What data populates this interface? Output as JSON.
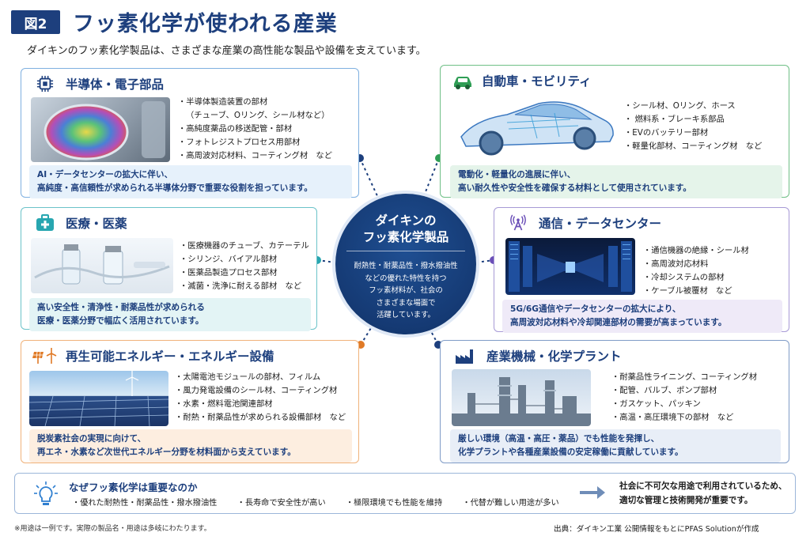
{
  "header": {
    "badge": "図2",
    "title": "フッ素化学が使われる産業",
    "subtitle": "ダイキンのフッ素化学製品は、さまざまな産業の高性能な製品や設備を支えています。"
  },
  "center": {
    "title_line1": "ダイキンの",
    "title_line2": "フッ素化学製品",
    "desc": [
      "耐熱性・耐薬品性・撥水撥油性",
      "などの優れた特性を持つ",
      "フッ素材料が、社会の",
      "さまざまな場面で",
      "活躍しています。"
    ]
  },
  "cards": {
    "semiconductor": {
      "title": "半導体・電子部品",
      "icon": "chip-icon",
      "items": [
        "半導体製造装置の部材",
        "（チューブ、Oリング、シール材など）",
        "高純度薬品の移送配管・部材",
        "フォトレジストプロセス用部材",
        "高周波対応材料、コーティング材　など"
      ],
      "note": [
        "AI・データセンターの拡大に伴い、",
        "高純度・高信頼性が求められる半導体分野で重要な役割を担っています。"
      ]
    },
    "automotive": {
      "title": "自動車・モビリティ",
      "icon": "car-icon",
      "items": [
        "シール材、Oリング、ホース",
        " 燃料系・ブレーキ系部品",
        "EVのバッテリー部材",
        "軽量化部材、コーティング材　など"
      ],
      "note": [
        "電動化・軽量化の進展に伴い、",
        "高い耐久性や安全性を確保する材料として使用されています。"
      ]
    },
    "medical": {
      "title": "医療・医薬",
      "icon": "medical-kit-icon",
      "items": [
        "医療機器のチューブ、カテーテル",
        "シリンジ、バイアル部材",
        "医薬品製造プロセス部材",
        "滅菌・洗浄に耐える部材　など"
      ],
      "note": [
        "高い安全性・清浄性・耐薬品性が求められる",
        "医療・医薬分野で幅広く活用されています。"
      ]
    },
    "telecom": {
      "title": "通信・データセンター",
      "icon": "antenna-icon",
      "items": [
        "通信機器の絶縁・シール材",
        "高周波対応材料",
        "冷却システムの部材",
        "ケーブル被覆材　など"
      ],
      "note": [
        "5G/6G通信やデータセンターの拡大により、",
        "高周波対応材料や冷却関連部材の需要が高まっています。"
      ]
    },
    "energy": {
      "title": "再生可能エネルギー・エネルギー設備",
      "icon": "solar-wind-icon",
      "items": [
        "太陽電池モジュールの部材、フィルム",
        "風力発電設備のシール材、コーティング材",
        "水素・燃料電池関連部材",
        "耐熱・耐薬品性が求められる設備部材　など"
      ],
      "note": [
        "脱炭素社会の実現に向けて、",
        "再エネ・水素など次世代エネルギー分野を材料面から支えています。"
      ]
    },
    "industrial": {
      "title": "産業機械・化学プラント",
      "icon": "factory-icon",
      "items": [
        "耐薬品性ライニング、コーティング材",
        "配管、バルブ、ポンプ部材",
        "ガスケット、パッキン",
        "高温・高圧環境下の部材　など"
      ],
      "note": [
        "厳しい環境（高温・高圧・薬品）でも性能を発揮し、",
        "化学プラントや各種産業設備の安定稼働に貢献しています。"
      ]
    }
  },
  "bottom": {
    "question": "なぜフッ素化学は重要なのか",
    "points": [
      "優れた耐熱性・耐薬品性・撥水撥油性",
      "長寿命で安全性が高い",
      "極限環境でも性能を維持",
      "代替が難しい用途が多い"
    ],
    "conclusion": [
      "社会に不可欠な用途で利用されているため、",
      "適切な管理と技術開発が重要です。"
    ]
  },
  "footer": {
    "note": "※用途は一例です。実際の製品名・用途は多岐にわたります。",
    "source": "出典：ダイキン工業 公開情報をもとにPFAS Solutionが作成"
  },
  "colors": {
    "navy": "#1d3f7d",
    "blue": "#7fb0e0",
    "green": "#6fbf86",
    "teal": "#6cc3c9",
    "purple": "#a79ad6",
    "orange": "#f0b27a"
  }
}
